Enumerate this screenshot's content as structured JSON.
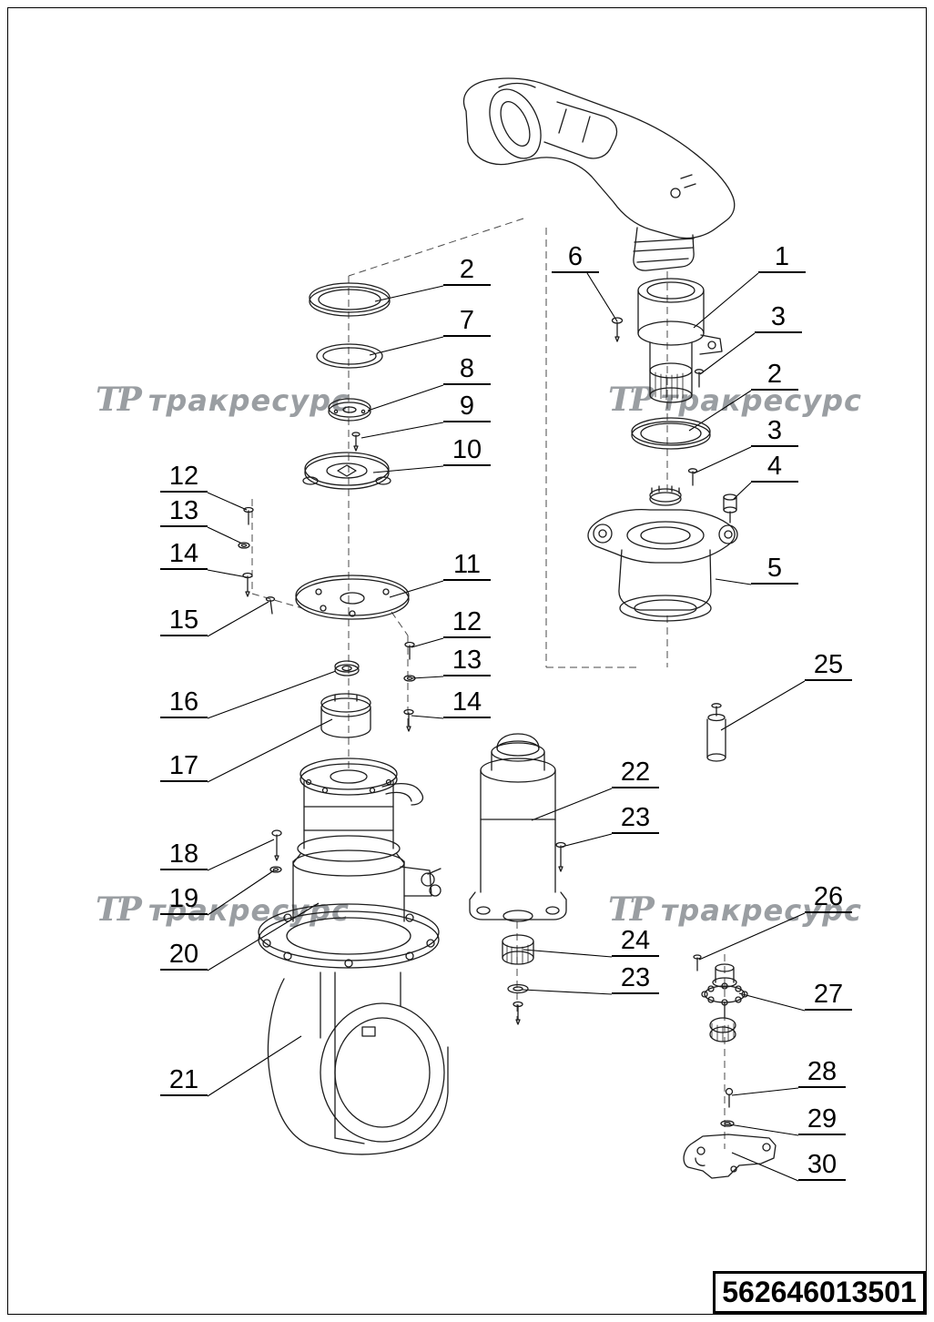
{
  "title_block": {
    "part_number": "562646013501"
  },
  "watermark": {
    "logo": "ТР",
    "text": "тракресурс"
  },
  "callouts": [
    {
      "label": "2"
    },
    {
      "label": "7"
    },
    {
      "label": "8"
    },
    {
      "label": "9"
    },
    {
      "label": "10"
    },
    {
      "label": "11"
    },
    {
      "label": "12"
    },
    {
      "label": "13"
    },
    {
      "label": "14"
    },
    {
      "label": "6"
    },
    {
      "label": "1"
    },
    {
      "label": "3"
    },
    {
      "label": "2"
    },
    {
      "label": "3"
    },
    {
      "label": "4"
    },
    {
      "label": "5"
    },
    {
      "label": "12"
    },
    {
      "label": "13"
    },
    {
      "label": "14"
    },
    {
      "label": "15"
    },
    {
      "label": "16"
    },
    {
      "label": "17"
    },
    {
      "label": "18"
    },
    {
      "label": "19"
    },
    {
      "label": "20"
    },
    {
      "label": "21"
    },
    {
      "label": "25"
    },
    {
      "label": "22"
    },
    {
      "label": "23"
    },
    {
      "label": "24"
    },
    {
      "label": "23"
    },
    {
      "label": "26"
    },
    {
      "label": "27"
    },
    {
      "label": "28"
    },
    {
      "label": "29"
    },
    {
      "label": "30"
    }
  ]
}
